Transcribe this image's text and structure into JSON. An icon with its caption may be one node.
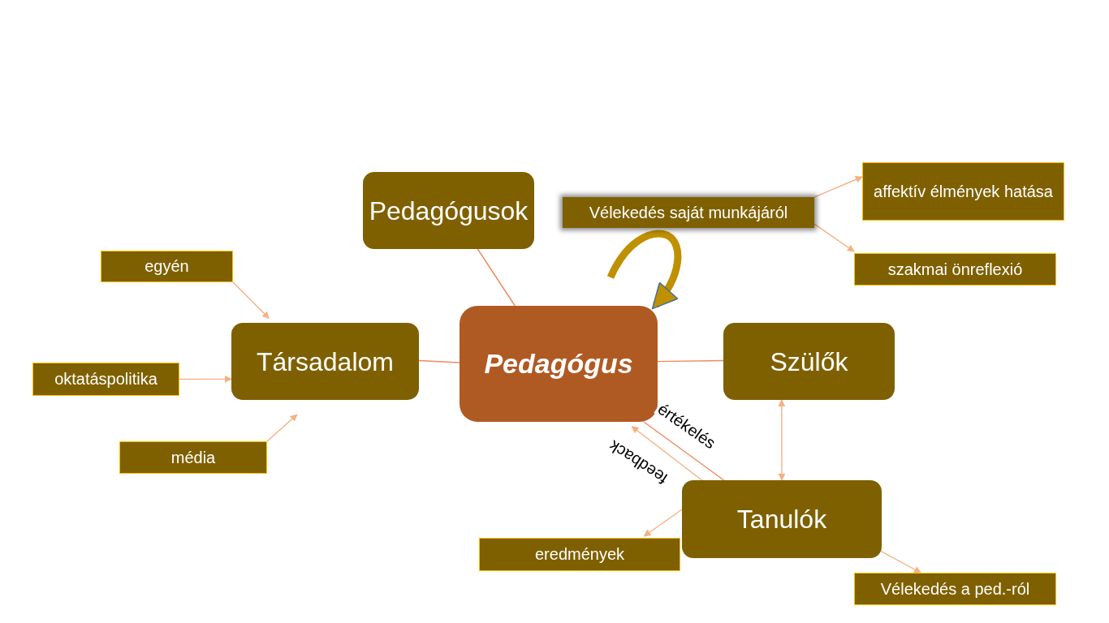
{
  "diagram": {
    "nodes": [
      {
        "text": [
          "Pedagógus"
        ]
      },
      {
        "text": [
          "Pedagógusok"
        ]
      },
      {
        "text": [
          "Társadalom"
        ]
      },
      {
        "text": [
          "Szülők"
        ]
      },
      {
        "text": [
          "Tanulók"
        ]
      },
      {
        "text": [
          "Vélekedés saját munkájáról"
        ]
      },
      {
        "text": [
          "affektív élmények hatása"
        ]
      },
      {
        "text": [
          "szakmai önreflexió"
        ]
      },
      {
        "text": [
          "egyén"
        ]
      },
      {
        "text": [
          "oktatáspolitika"
        ]
      },
      {
        "text": [
          "média"
        ]
      },
      {
        "text": [
          "eredmények"
        ]
      },
      {
        "text": [
          "Vélekedés a ped.-ról"
        ]
      }
    ],
    "edges": [
      {
        "from": 1,
        "to": 0,
        "arrow": "none",
        "color": "#f0885f"
      },
      {
        "from": 2,
        "to": 0,
        "arrow": "none",
        "color": "#f0885f"
      },
      {
        "from": 0,
        "to": 3,
        "arrow": "none",
        "color": "#f0885f"
      },
      {
        "from": 4,
        "to": 0,
        "arrow": "none",
        "label": "értékelés",
        "color": "#f0885f"
      },
      {
        "from": 4,
        "to": 0,
        "arrow": "to",
        "label": "feedback"
      },
      {
        "from": 3,
        "to": 4,
        "arrow": "both"
      },
      {
        "from": 8,
        "to": 2,
        "arrow": "to"
      },
      {
        "from": 9,
        "to": 2,
        "arrow": "to"
      },
      {
        "from": 10,
        "to": 2,
        "arrow": "to"
      },
      {
        "from": 5,
        "to": 6,
        "arrow": "to"
      },
      {
        "from": 5,
        "to": 7,
        "arrow": "to"
      },
      {
        "from": 4,
        "to": 11,
        "arrow": "to"
      },
      {
        "from": 4,
        "to": 12,
        "arrow": "to"
      },
      {
        "from": null,
        "to": 0,
        "arrow": "to",
        "style": "thick",
        "color": "#bf9000"
      }
    ]
  }
}
